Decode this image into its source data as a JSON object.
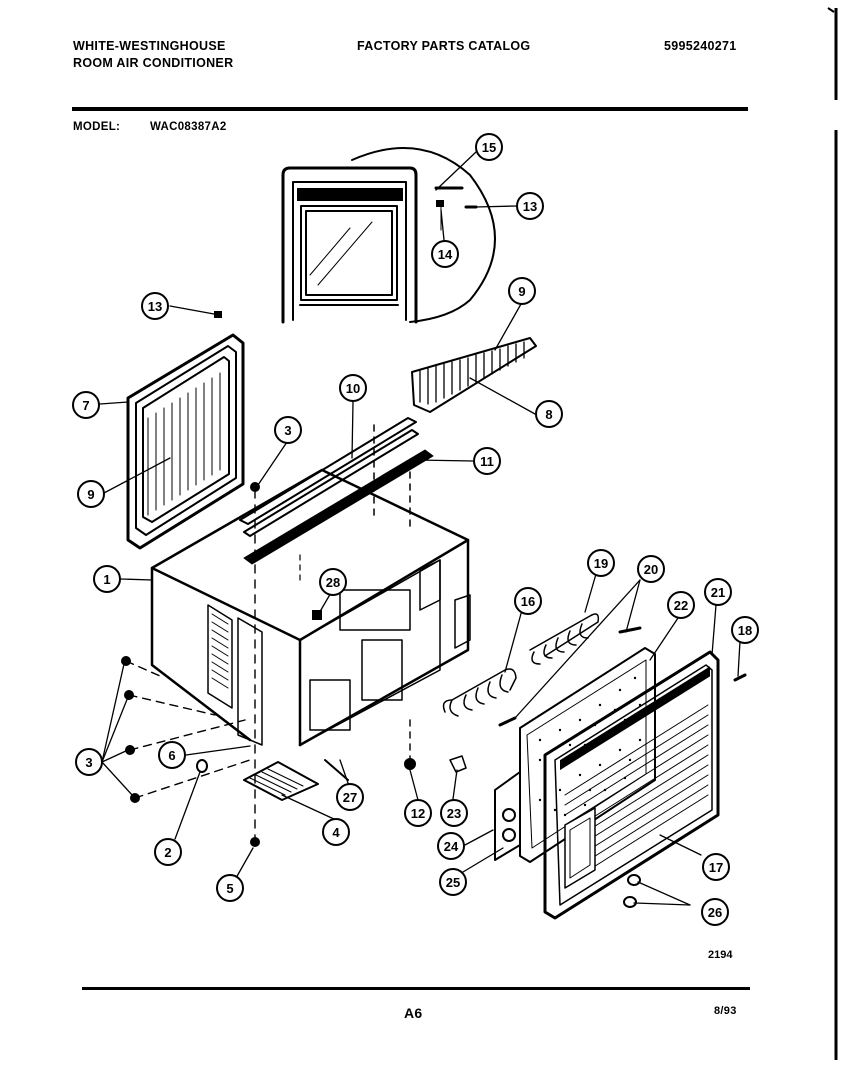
{
  "header": {
    "brand_line1": "WHITE-WESTINGHOUSE",
    "brand_line2": "ROOM AIR CONDITIONER",
    "catalog_title": "FACTORY PARTS CATALOG",
    "catalog_number": "5995240271",
    "model_label": "MODEL:",
    "model_value": "WAC08387A2"
  },
  "callouts": [
    "15",
    "13",
    "14",
    "13",
    "9",
    "7",
    "10",
    "3",
    "8",
    "11",
    "9",
    "1",
    "28",
    "19",
    "20",
    "16",
    "22",
    "21",
    "18",
    "3",
    "6",
    "27",
    "4",
    "12",
    "23",
    "24",
    "2",
    "25",
    "17",
    "5",
    "26"
  ],
  "diagram_code": "2194",
  "footer": {
    "page_ref": "A6",
    "date": "8/93"
  }
}
